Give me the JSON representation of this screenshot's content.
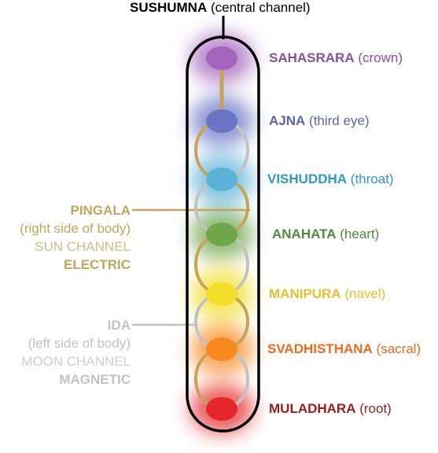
{
  "title": {
    "name": "SUSHUMNA",
    "desc": "(central channel)"
  },
  "chakras": [
    {
      "name": "SAHASRARA",
      "desc": "(crown)",
      "color": "#8b4d9f",
      "glow": "#a364bd"
    },
    {
      "name": "AJNA",
      "desc": "(third eye)",
      "color": "#5b66b0",
      "glow": "#6a75c6"
    },
    {
      "name": "VISHUDDHA",
      "desc": "(throat)",
      "color": "#2e99c2",
      "glow": "#5bb4d8"
    },
    {
      "name": "ANAHATA",
      "desc": "(heart)",
      "color": "#4e8b3a",
      "glow": "#6fa64c"
    },
    {
      "name": "MANIPURA",
      "desc": "(navel)",
      "color": "#e3c22c",
      "glow": "#f3df2a"
    },
    {
      "name": "SVADHISTHANA",
      "desc": "(sacral)",
      "color": "#ef6a1c",
      "glow": "#f7891f"
    },
    {
      "name": "MULADHARA",
      "desc": "(root)",
      "color": "#9b1d1d",
      "glow": "#e5262a"
    }
  ],
  "pingala": {
    "name": "PINGALA",
    "side": "(right side of body)",
    "channel": "SUN CHANNEL",
    "quality": "ELECTRIC",
    "color": "#c4a45a"
  },
  "ida": {
    "name": "IDA",
    "side": "(left side of body)",
    "channel": "MOON CHANNEL",
    "quality": "MAGNETIC",
    "color": "#c2c2c2"
  }
}
